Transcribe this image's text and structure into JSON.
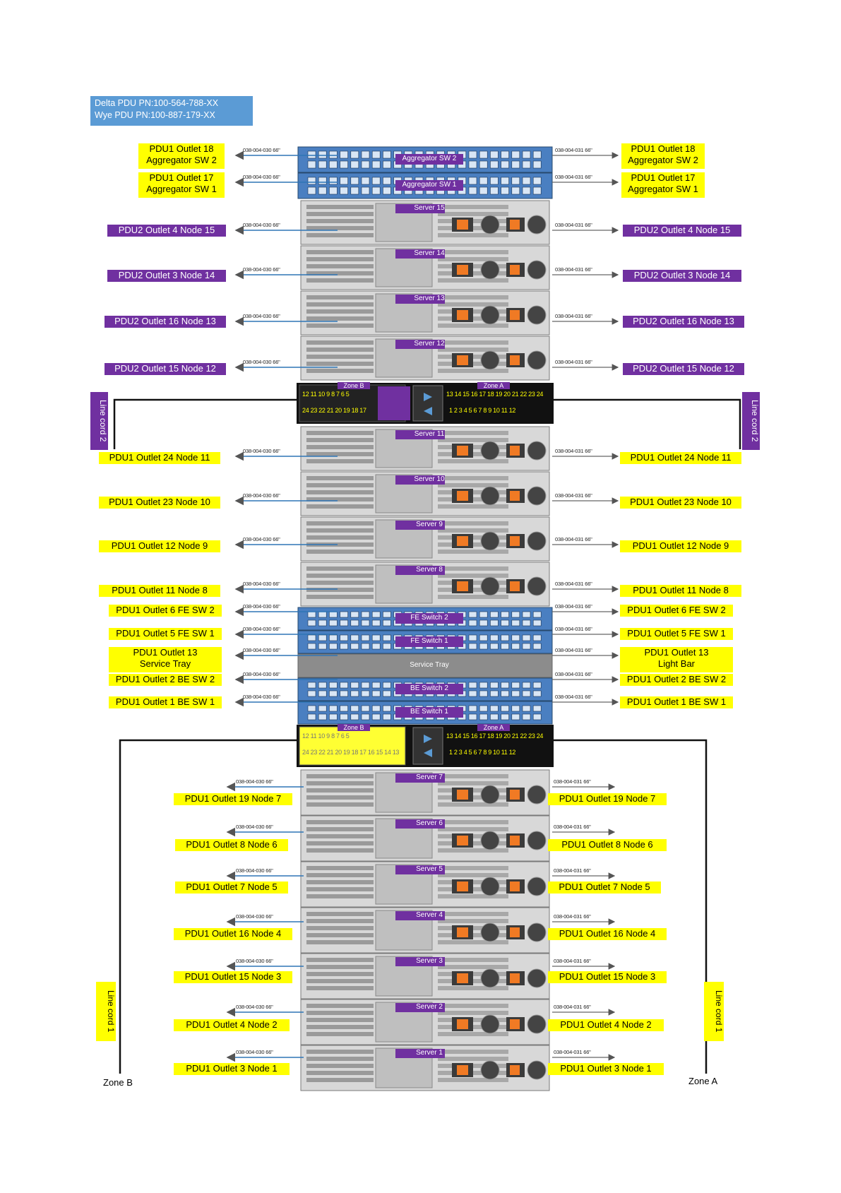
{
  "pn_box": {
    "line1": "Delta PDU PN:100-564-788-XX",
    "line2": "Wye PDU PN:100-887-179-XX"
  },
  "cables": {
    "left": "038-004-030 66\"",
    "right": "038-004-031 66\""
  },
  "devices": [
    {
      "name": "Aggregator SW 2",
      "kind": "switch"
    },
    {
      "name": "Aggregator SW 1",
      "kind": "switch"
    },
    {
      "name": "Server 15",
      "kind": "server"
    },
    {
      "name": "Server 14",
      "kind": "server"
    },
    {
      "name": "Server 13",
      "kind": "server"
    },
    {
      "name": "Server 12",
      "kind": "server"
    },
    {
      "name": "Server 11",
      "kind": "server"
    },
    {
      "name": "Server 10",
      "kind": "server"
    },
    {
      "name": "Server 9",
      "kind": "server"
    },
    {
      "name": "Server 8",
      "kind": "server"
    },
    {
      "name": "FE Switch 2",
      "kind": "switch"
    },
    {
      "name": "FE Switch 1",
      "kind": "switch"
    },
    {
      "name": "Service Tray",
      "kind": "tray"
    },
    {
      "name": "BE Switch 2",
      "kind": "switch"
    },
    {
      "name": "BE Switch 1",
      "kind": "switch"
    },
    {
      "name": "Server 7",
      "kind": "server"
    },
    {
      "name": "Server 6",
      "kind": "server"
    },
    {
      "name": "Server 5",
      "kind": "server"
    },
    {
      "name": "Server 4",
      "kind": "server"
    },
    {
      "name": "Server 3",
      "kind": "server"
    },
    {
      "name": "Server 2",
      "kind": "server"
    },
    {
      "name": "Server 1",
      "kind": "server"
    }
  ],
  "pdu_strips": [
    {
      "zone_b": "Zone B",
      "zone_a": "Zone A",
      "zone_b_ports_top": "12 11 10 9  8 7 6 5",
      "zone_b_ports_bottom": "24 23 22 21 20 19 18 17",
      "zone_a_ports_top": "13 14 15 16 17 18 19 20 21 22 23 24",
      "zone_a_ports_bottom": "1 2 3 4 5 6 7 8 9 10 11 12"
    },
    {
      "zone_b": "Zone B",
      "zone_a": "Zone A",
      "zone_b_ports_top": "12 11 10 9  8 7 6 5",
      "zone_b_ports_bottom": "24 23 22 21 20 19 18 17 16 15 14 13",
      "zone_a_ports_top": "13 14 15 16 17 18 19 20 21 22 23 24",
      "zone_a_ports_bottom": "1 2 3 4 5 6 7 8 9 10 11 12"
    }
  ],
  "labels_left": [
    {
      "text": "PDU1 Outlet 18\nAggregator SW 2",
      "color": "yellow"
    },
    {
      "text": "PDU1 Outlet 17\nAggregator SW 1",
      "color": "yellow"
    },
    {
      "text": "PDU2 Outlet 4 Node 15",
      "color": "purple"
    },
    {
      "text": "PDU2 Outlet 3 Node 14",
      "color": "purple"
    },
    {
      "text": "PDU2 Outlet 16 Node 13",
      "color": "purple"
    },
    {
      "text": "PDU2 Outlet 15 Node 12",
      "color": "purple"
    },
    {
      "text": "PDU1 Outlet 24 Node 11",
      "color": "yellow"
    },
    {
      "text": "PDU1 Outlet 23 Node 10",
      "color": "yellow"
    },
    {
      "text": "PDU1 Outlet 12 Node 9",
      "color": "yellow"
    },
    {
      "text": "PDU1 Outlet 11 Node 8",
      "color": "yellow"
    },
    {
      "text": "PDU1 Outlet 6 FE SW 2",
      "color": "yellow"
    },
    {
      "text": "PDU1 Outlet 5 FE SW 1",
      "color": "yellow"
    },
    {
      "text": "PDU1 Outlet 13\nService Tray",
      "color": "yellow"
    },
    {
      "text": "PDU1 Outlet 2 BE SW 2",
      "color": "yellow"
    },
    {
      "text": "PDU1 Outlet 1 BE SW 1",
      "color": "yellow"
    },
    {
      "text": "PDU1 Outlet 19  Node 7",
      "color": "yellow"
    },
    {
      "text": "PDU1 Outlet 8  Node 6",
      "color": "yellow"
    },
    {
      "text": "PDU1 Outlet 7 Node 5",
      "color": "yellow"
    },
    {
      "text": "PDU1 Outlet 16 Node 4",
      "color": "yellow"
    },
    {
      "text": "PDU1 Outlet 15 Node 3",
      "color": "yellow"
    },
    {
      "text": "PDU1 Outlet 4 Node 2",
      "color": "yellow"
    },
    {
      "text": "PDU1 Outlet 3 Node 1",
      "color": "yellow"
    }
  ],
  "labels_right": [
    {
      "text": "PDU1 Outlet 18\nAggregator SW 2",
      "color": "yellow"
    },
    {
      "text": "PDU1 Outlet 17\nAggregator SW 1",
      "color": "yellow"
    },
    {
      "text": "PDU2 Outlet 4 Node 15",
      "color": "purple"
    },
    {
      "text": "PDU2 Outlet 3 Node 14",
      "color": "purple"
    },
    {
      "text": "PDU2 Outlet 16 Node 13",
      "color": "purple"
    },
    {
      "text": "PDU2 Outlet 15 Node 12",
      "color": "purple"
    },
    {
      "text": "PDU1 Outlet 24 Node 11",
      "color": "yellow"
    },
    {
      "text": "PDU1 Outlet 23 Node 10",
      "color": "yellow"
    },
    {
      "text": "PDU1 Outlet 12 Node 9",
      "color": "yellow"
    },
    {
      "text": "PDU1 Outlet 11 Node 8",
      "color": "yellow"
    },
    {
      "text": "PDU1 Outlet 6 FE SW 2",
      "color": "yellow"
    },
    {
      "text": "PDU1 Outlet 5 FE SW 1",
      "color": "yellow"
    },
    {
      "text": "PDU1 Outlet 13\nLight Bar",
      "color": "yellow"
    },
    {
      "text": "PDU1 Outlet 2 BE SW 2",
      "color": "yellow"
    },
    {
      "text": "PDU1 Outlet 1 BE SW 1",
      "color": "yellow"
    },
    {
      "text": "PDU1 Outlet 19  Node 7",
      "color": "yellow"
    },
    {
      "text": "PDU1 Outlet 8  Node 6",
      "color": "yellow"
    },
    {
      "text": "PDU1 Outlet 7 Node 5",
      "color": "yellow"
    },
    {
      "text": "PDU1 Outlet 16 Node 4",
      "color": "yellow"
    },
    {
      "text": "PDU1 Outlet 15 Node 3",
      "color": "yellow"
    },
    {
      "text": "PDU1 Outlet 4 Node 2",
      "color": "yellow"
    },
    {
      "text": "PDU1 Outlet 3 Node 1",
      "color": "yellow"
    }
  ],
  "line_cords": {
    "upper": "Line cord 2",
    "lower": "Line cord 1"
  },
  "zones": {
    "left": "Zone B",
    "right": "Zone A"
  },
  "colors": {
    "yellow": "#ffff00",
    "purple": "#7030a0",
    "switch_blue": "#4a7fc1",
    "server_gray": "#c8c8c8",
    "cable_blue": "#2e75b6",
    "pdu_black": "#111111",
    "pdu_port_yellow": "#ffff33"
  }
}
